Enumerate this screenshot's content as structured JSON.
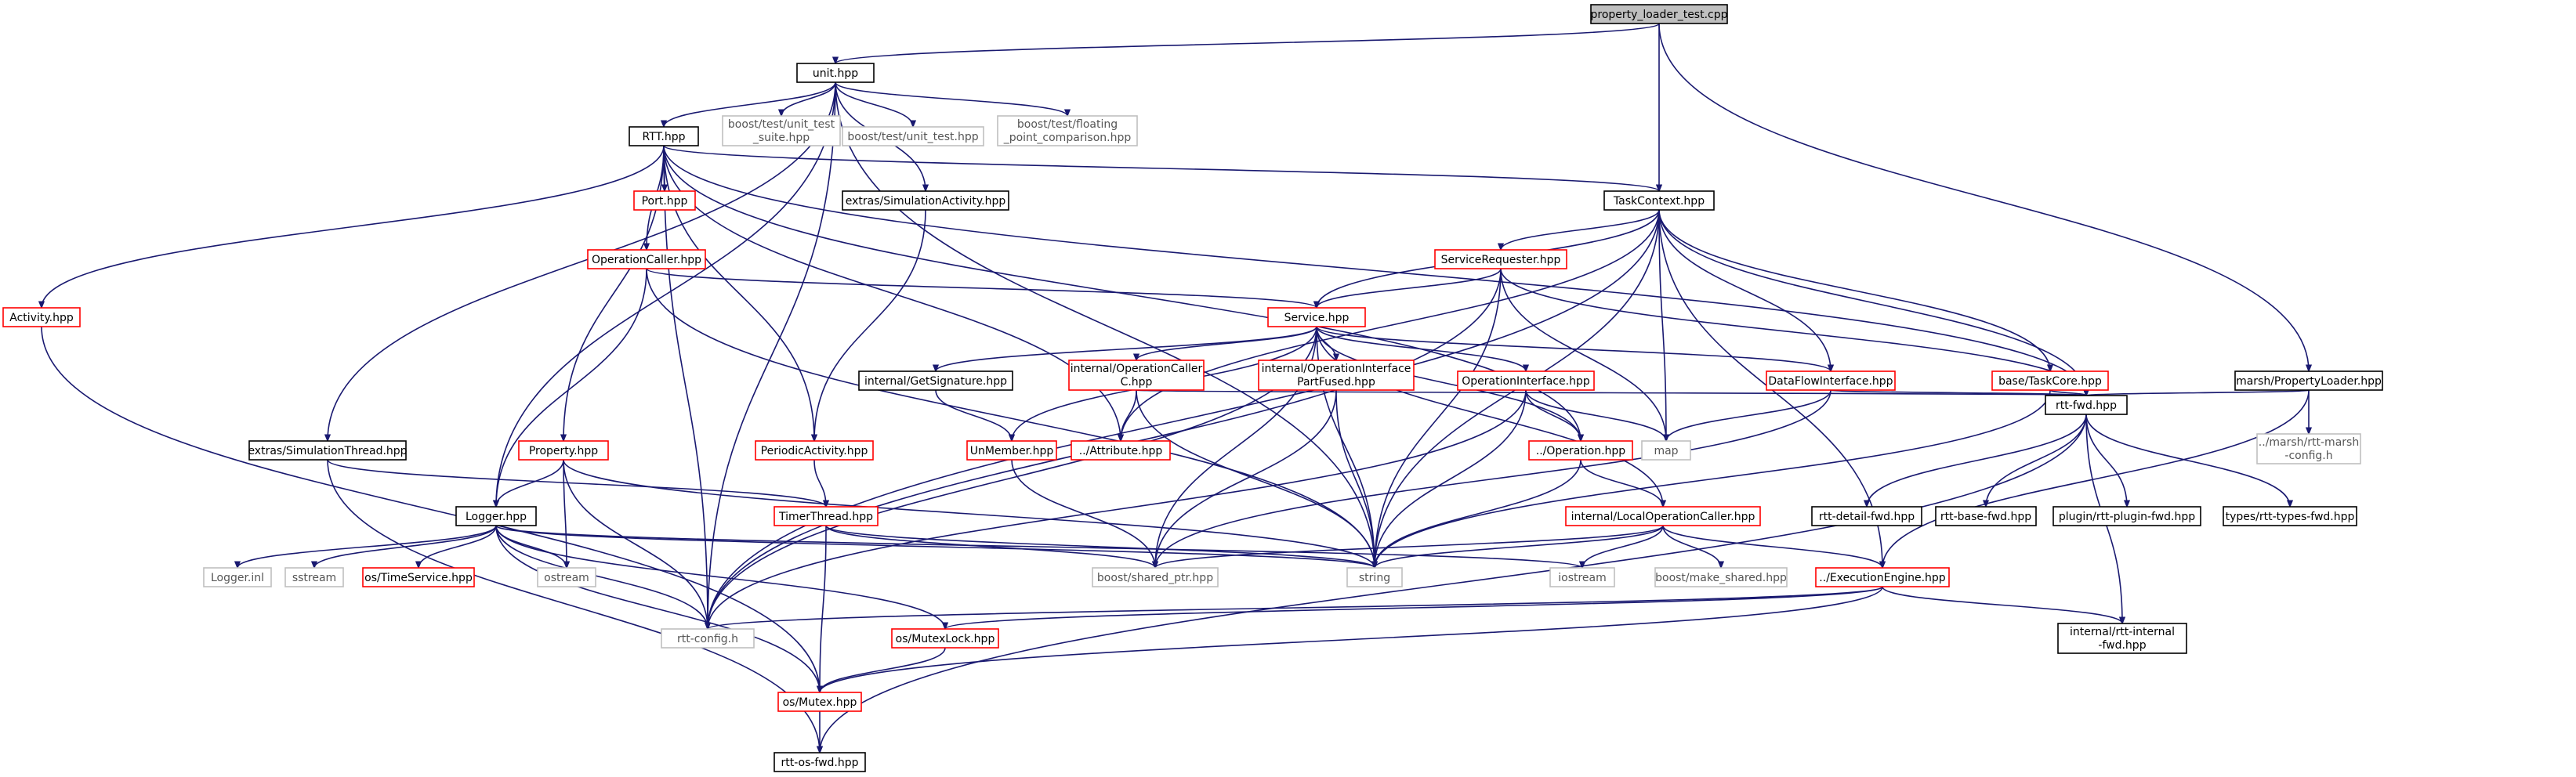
{
  "graph": {
    "colors": {
      "edge": "#191970",
      "root_fill": "#bfbfbf",
      "normal_border": "#000000",
      "red_border": "#ff0000",
      "external_border": "#bfbfbf",
      "normal_text": "#000000",
      "external_text": "#555555"
    },
    "nodes": [
      {
        "id": "root",
        "label": "property_loader_test.cpp",
        "kind": "root"
      },
      {
        "id": "unit",
        "label": "unit.hpp",
        "kind": "normal"
      },
      {
        "id": "rtt",
        "label": "RTT.hpp",
        "kind": "normal"
      },
      {
        "id": "bt_suite",
        "label": [
          "boost/test/unit_test",
          "_suite.hpp"
        ],
        "kind": "external"
      },
      {
        "id": "bt_unit",
        "label": "boost/test/unit_test.hpp",
        "kind": "external"
      },
      {
        "id": "bt_float",
        "label": [
          "boost/test/floating",
          "_point_comparison.hpp"
        ],
        "kind": "external"
      },
      {
        "id": "port",
        "label": "Port.hpp",
        "kind": "red"
      },
      {
        "id": "ext_simact",
        "label": "extras/SimulationActivity.hpp",
        "kind": "normal"
      },
      {
        "id": "taskctx",
        "label": "TaskContext.hpp",
        "kind": "normal"
      },
      {
        "id": "activity",
        "label": "Activity.hpp",
        "kind": "red"
      },
      {
        "id": "opcaller",
        "label": "OperationCaller.hpp",
        "kind": "red"
      },
      {
        "id": "servreq",
        "label": "ServiceRequester.hpp",
        "kind": "red"
      },
      {
        "id": "service",
        "label": "Service.hpp",
        "kind": "red"
      },
      {
        "id": "getsig",
        "label": "internal/GetSignature.hpp",
        "kind": "normal"
      },
      {
        "id": "int_opcaller",
        "label": [
          "internal/OperationCaller",
          "C.hpp"
        ],
        "kind": "red"
      },
      {
        "id": "int_opif",
        "label": [
          "internal/OperationInterface",
          "PartFused.hpp"
        ],
        "kind": "red"
      },
      {
        "id": "opif",
        "label": "OperationInterface.hpp",
        "kind": "red"
      },
      {
        "id": "dataflow",
        "label": "DataFlowInterface.hpp",
        "kind": "red"
      },
      {
        "id": "basetask",
        "label": "base/TaskCore.hpp",
        "kind": "red"
      },
      {
        "id": "marsh",
        "label": "marsh/PropertyLoader.hpp",
        "kind": "normal"
      },
      {
        "id": "ext_simthr",
        "label": "extras/SimulationThread.hpp",
        "kind": "normal"
      },
      {
        "id": "property",
        "label": "Property.hpp",
        "kind": "red"
      },
      {
        "id": "periodic",
        "label": "PeriodicActivity.hpp",
        "kind": "red"
      },
      {
        "id": "unmember",
        "label": "UnMember.hpp",
        "kind": "red"
      },
      {
        "id": "attribute",
        "label": "../Attribute.hpp",
        "kind": "red"
      },
      {
        "id": "operation",
        "label": "../Operation.hpp",
        "kind": "red"
      },
      {
        "id": "map",
        "label": "map",
        "kind": "external"
      },
      {
        "id": "rttfwd",
        "label": "rtt-fwd.hpp",
        "kind": "normal"
      },
      {
        "id": "marsh_cfg",
        "label": [
          "../marsh/rtt-marsh",
          "-config.h"
        ],
        "kind": "external"
      },
      {
        "id": "logger",
        "label": "Logger.hpp",
        "kind": "normal"
      },
      {
        "id": "timerthr",
        "label": "TimerThread.hpp",
        "kind": "red"
      },
      {
        "id": "int_localop",
        "label": "internal/LocalOperationCaller.hpp",
        "kind": "red"
      },
      {
        "id": "detailfwd",
        "label": "rtt-detail-fwd.hpp",
        "kind": "normal"
      },
      {
        "id": "basefwd",
        "label": "rtt-base-fwd.hpp",
        "kind": "normal"
      },
      {
        "id": "pluginfwd",
        "label": "plugin/rtt-plugin-fwd.hpp",
        "kind": "normal"
      },
      {
        "id": "typesfwd",
        "label": "types/rtt-types-fwd.hpp",
        "kind": "normal"
      },
      {
        "id": "loggerinl",
        "label": "Logger.inl",
        "kind": "external"
      },
      {
        "id": "sstream",
        "label": "sstream",
        "kind": "external"
      },
      {
        "id": "timeservice",
        "label": "os/TimeService.hpp",
        "kind": "red"
      },
      {
        "id": "ostream",
        "label": "ostream",
        "kind": "external"
      },
      {
        "id": "sharedptr",
        "label": "boost/shared_ptr.hpp",
        "kind": "external"
      },
      {
        "id": "string",
        "label": "string",
        "kind": "external"
      },
      {
        "id": "iostream",
        "label": "iostream",
        "kind": "external"
      },
      {
        "id": "makeshared",
        "label": "boost/make_shared.hpp",
        "kind": "external"
      },
      {
        "id": "execengine",
        "label": "../ExecutionEngine.hpp",
        "kind": "red"
      },
      {
        "id": "rttconfig",
        "label": "rtt-config.h",
        "kind": "external"
      },
      {
        "id": "mutexlock",
        "label": "os/MutexLock.hpp",
        "kind": "red"
      },
      {
        "id": "intfwd",
        "label": [
          "internal/rtt-internal",
          "-fwd.hpp"
        ],
        "kind": "normal"
      },
      {
        "id": "mutex",
        "label": "os/Mutex.hpp",
        "kind": "red"
      },
      {
        "id": "osfwd",
        "label": "rtt-os-fwd.hpp",
        "kind": "normal"
      }
    ],
    "edges": [
      [
        "root",
        "unit"
      ],
      [
        "root",
        "taskctx"
      ],
      [
        "root",
        "marsh"
      ],
      [
        "unit",
        "rtt"
      ],
      [
        "unit",
        "bt_suite"
      ],
      [
        "unit",
        "bt_unit"
      ],
      [
        "unit",
        "bt_float"
      ],
      [
        "unit",
        "ext_simact"
      ],
      [
        "unit",
        "logger"
      ],
      [
        "unit",
        "ext_simthr"
      ],
      [
        "unit",
        "rttconfig"
      ],
      [
        "unit",
        "string"
      ],
      [
        "rtt",
        "port"
      ],
      [
        "rtt",
        "activity"
      ],
      [
        "rtt",
        "opcaller"
      ],
      [
        "rtt",
        "taskctx"
      ],
      [
        "rtt",
        "property"
      ],
      [
        "rtt",
        "periodic"
      ],
      [
        "rtt",
        "attribute"
      ],
      [
        "rtt",
        "operation"
      ],
      [
        "rtt",
        "rttfwd"
      ],
      [
        "rtt",
        "rttconfig"
      ],
      [
        "ext_simact",
        "periodic"
      ],
      [
        "taskctx",
        "servreq"
      ],
      [
        "taskctx",
        "service"
      ],
      [
        "taskctx",
        "dataflow"
      ],
      [
        "taskctx",
        "basetask"
      ],
      [
        "taskctx",
        "rttfwd"
      ],
      [
        "taskctx",
        "map"
      ],
      [
        "taskctx",
        "string"
      ],
      [
        "taskctx",
        "rttconfig"
      ],
      [
        "taskctx",
        "execengine"
      ],
      [
        "taskctx",
        "attribute"
      ],
      [
        "activity",
        "mutex"
      ],
      [
        "opcaller",
        "service"
      ],
      [
        "opcaller",
        "logger"
      ],
      [
        "opcaller",
        "string"
      ],
      [
        "servreq",
        "service"
      ],
      [
        "servreq",
        "map"
      ],
      [
        "servreq",
        "string"
      ],
      [
        "servreq",
        "rttfwd"
      ],
      [
        "servreq",
        "rttconfig"
      ],
      [
        "service",
        "getsig"
      ],
      [
        "service",
        "int_opcaller"
      ],
      [
        "service",
        "int_opif"
      ],
      [
        "service",
        "opif"
      ],
      [
        "service",
        "dataflow"
      ],
      [
        "service",
        "operation"
      ],
      [
        "service",
        "unmember"
      ],
      [
        "service",
        "sharedptr"
      ],
      [
        "service",
        "string"
      ],
      [
        "service",
        "rttconfig"
      ],
      [
        "service",
        "int_localop"
      ],
      [
        "getsig",
        "unmember"
      ],
      [
        "int_opcaller",
        "attribute"
      ],
      [
        "int_opcaller",
        "string"
      ],
      [
        "int_opcaller",
        "rttfwd"
      ],
      [
        "int_opif",
        "sharedptr"
      ],
      [
        "int_opif",
        "string"
      ],
      [
        "opif",
        "operation"
      ],
      [
        "opif",
        "string"
      ],
      [
        "opif",
        "map"
      ],
      [
        "opif",
        "rttconfig"
      ],
      [
        "dataflow",
        "map"
      ],
      [
        "dataflow",
        "rttfwd"
      ],
      [
        "dataflow",
        "sharedptr"
      ],
      [
        "basetask",
        "rttfwd"
      ],
      [
        "basetask",
        "string"
      ],
      [
        "marsh",
        "rttfwd"
      ],
      [
        "marsh",
        "marsh_cfg"
      ],
      [
        "marsh",
        "execengine"
      ],
      [
        "ext_simthr",
        "timerthr"
      ],
      [
        "ext_simthr",
        "osfwd"
      ],
      [
        "property",
        "logger"
      ],
      [
        "property",
        "ostream"
      ],
      [
        "property",
        "string"
      ],
      [
        "property",
        "rttconfig"
      ],
      [
        "periodic",
        "timerthr"
      ],
      [
        "unmember",
        "sharedptr"
      ],
      [
        "operation",
        "int_localop"
      ],
      [
        "operation",
        "string"
      ],
      [
        "rttfwd",
        "detailfwd"
      ],
      [
        "rttfwd",
        "basefwd"
      ],
      [
        "rttfwd",
        "pluginfwd"
      ],
      [
        "rttfwd",
        "typesfwd"
      ],
      [
        "rttfwd",
        "intfwd"
      ],
      [
        "rttfwd",
        "osfwd"
      ],
      [
        "logger",
        "loggerinl"
      ],
      [
        "logger",
        "sstream"
      ],
      [
        "logger",
        "timeservice"
      ],
      [
        "logger",
        "ostream"
      ],
      [
        "logger",
        "string"
      ],
      [
        "logger",
        "iostream"
      ],
      [
        "logger",
        "rttconfig"
      ],
      [
        "logger",
        "mutexlock"
      ],
      [
        "logger",
        "mutex"
      ],
      [
        "timerthr",
        "mutex"
      ],
      [
        "timerthr",
        "sharedptr"
      ],
      [
        "timerthr",
        "string"
      ],
      [
        "int_localop",
        "string"
      ],
      [
        "int_localop",
        "iostream"
      ],
      [
        "int_localop",
        "sharedptr"
      ],
      [
        "int_localop",
        "makeshared"
      ],
      [
        "int_localop",
        "execengine"
      ],
      [
        "execengine",
        "rttconfig"
      ],
      [
        "execengine",
        "mutexlock"
      ],
      [
        "execengine",
        "intfwd"
      ],
      [
        "execengine",
        "mutex"
      ],
      [
        "mutexlock",
        "mutex"
      ],
      [
        "mutex",
        "osfwd"
      ]
    ]
  }
}
